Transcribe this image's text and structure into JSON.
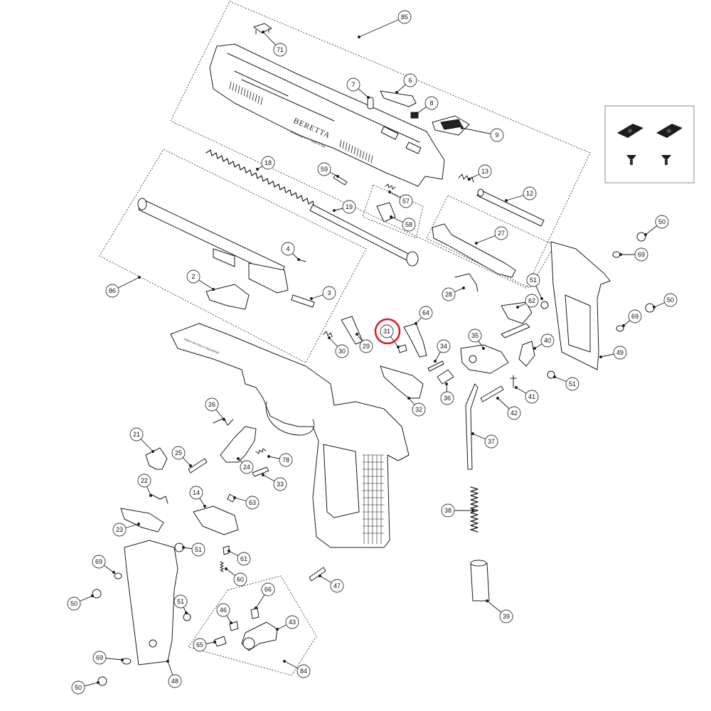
{
  "diagram": {
    "callouts": [
      {
        "label": "85"
      },
      {
        "label": "71"
      },
      {
        "label": "7"
      },
      {
        "label": "6"
      },
      {
        "label": "8"
      },
      {
        "label": "9"
      },
      {
        "label": "18"
      },
      {
        "label": "59"
      },
      {
        "label": "13"
      },
      {
        "label": "12"
      },
      {
        "label": "57"
      },
      {
        "label": "19"
      },
      {
        "label": "58"
      },
      {
        "label": "27"
      },
      {
        "label": "4"
      },
      {
        "label": "86"
      },
      {
        "label": "2"
      },
      {
        "label": "3"
      },
      {
        "label": "28"
      },
      {
        "label": "51"
      },
      {
        "label": "62"
      },
      {
        "label": "64"
      },
      {
        "label": "31"
      },
      {
        "label": "29"
      },
      {
        "label": "30"
      },
      {
        "label": "34"
      },
      {
        "label": "35"
      },
      {
        "label": "40"
      },
      {
        "label": "36"
      },
      {
        "label": "41"
      },
      {
        "label": "42"
      },
      {
        "label": "32"
      },
      {
        "label": "37"
      },
      {
        "label": "26"
      },
      {
        "label": "21"
      },
      {
        "label": "25"
      },
      {
        "label": "24"
      },
      {
        "label": "78"
      },
      {
        "label": "33"
      },
      {
        "label": "22"
      },
      {
        "label": "14"
      },
      {
        "label": "63"
      },
      {
        "label": "23"
      },
      {
        "label": "51"
      },
      {
        "label": "61"
      },
      {
        "label": "38"
      },
      {
        "label": "69"
      },
      {
        "label": "50"
      },
      {
        "label": "60"
      },
      {
        "label": "47"
      },
      {
        "label": "66"
      },
      {
        "label": "51"
      },
      {
        "label": "46"
      },
      {
        "label": "43"
      },
      {
        "label": "39"
      },
      {
        "label": "65"
      },
      {
        "label": "84"
      },
      {
        "label": "69"
      },
      {
        "label": "48"
      },
      {
        "label": "50"
      },
      {
        "label": "50"
      },
      {
        "label": "69"
      },
      {
        "label": "50"
      },
      {
        "label": "69"
      },
      {
        "label": "49"
      },
      {
        "label": "51"
      }
    ],
    "highlighted_callout": "31",
    "highlight_color": "#e0141e",
    "line_color": "#1a1a1a",
    "slide_brand": "BERETTA",
    "slide_stamp_1": "GARDONE V.T. - Made in Italy",
    "frame_stamp": "FIRES WITHOUT MAGAZINE"
  }
}
